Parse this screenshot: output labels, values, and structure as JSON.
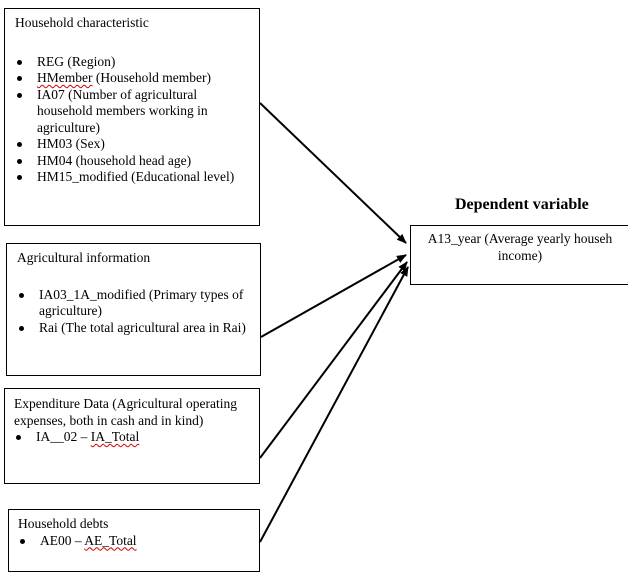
{
  "household": {
    "title": "Household characteristic",
    "items": [
      {
        "pre": "REG (Region)",
        "squig": "",
        "post": ""
      },
      {
        "pre": "",
        "squig": "HMember",
        "post": " (Household member)"
      },
      {
        "pre": "IA07 (Number of agricultural household members working in agriculture)",
        "squig": "",
        "post": ""
      },
      {
        "pre": "HM03 (Sex)",
        "squig": "",
        "post": ""
      },
      {
        "pre": "HM04 (household head age)",
        "squig": "",
        "post": ""
      },
      {
        "pre": "HM15_modified (Educational level)",
        "squig": "",
        "post": ""
      }
    ]
  },
  "agriculture": {
    "title": "Agricultural information",
    "items": [
      {
        "pre": "IA03_1A_modified (Primary types of agriculture)",
        "squig": "",
        "post": ""
      },
      {
        "pre": "Rai (The total agricultural area in Rai)",
        "squig": "",
        "post": ""
      }
    ]
  },
  "expenditure": {
    "title": "Expenditure Data (Agricultural operating expenses, both in cash and in kind)",
    "items": [
      {
        "pre": "IA__02 – ",
        "squig": "IA_Total",
        "post": ""
      }
    ]
  },
  "debts": {
    "title": "Household debts",
    "items": [
      {
        "pre": "AE00 – ",
        "squig": "AE_Total",
        "post": ""
      }
    ]
  },
  "dependent": {
    "label": "Dependent variable",
    "line1": "A13_year (Average yearly househ",
    "line2": "income)"
  }
}
